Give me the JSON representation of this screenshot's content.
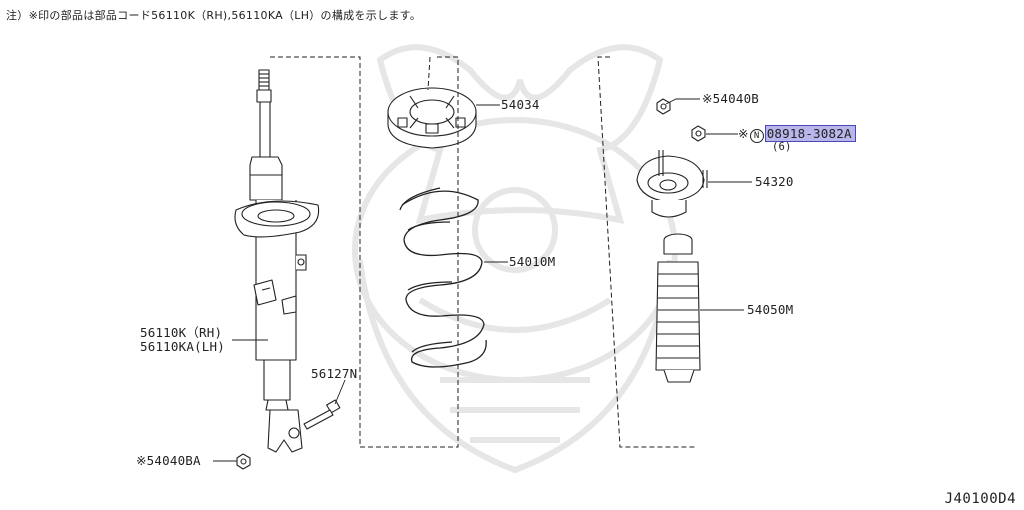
{
  "note": "注）※印の部品は部品コード56110K（RH),56110KA（LH）の構成を示します。",
  "parts": {
    "p54034": "54034",
    "p54040b": "※54040B",
    "p08918_circle": "N",
    "p08918_prefix": "※",
    "p08918": "08918-3082A",
    "p08918_qty": "(6)",
    "p54320": "54320",
    "p54010m": "54010M",
    "p54050m": "54050M",
    "p56110k": "56110K（RH)",
    "p56110ka": "56110KA(LH)",
    "p56127n": "56127N",
    "p54040ba": "※54040BA"
  },
  "diagram_code": "J40100D4",
  "colors": {
    "line": "#222222",
    "highlight_fill": "#b8b6ea",
    "highlight_border": "#4a47b8",
    "watermark": "#e9e9e9"
  },
  "watermark": "samurai-helmet-logo"
}
